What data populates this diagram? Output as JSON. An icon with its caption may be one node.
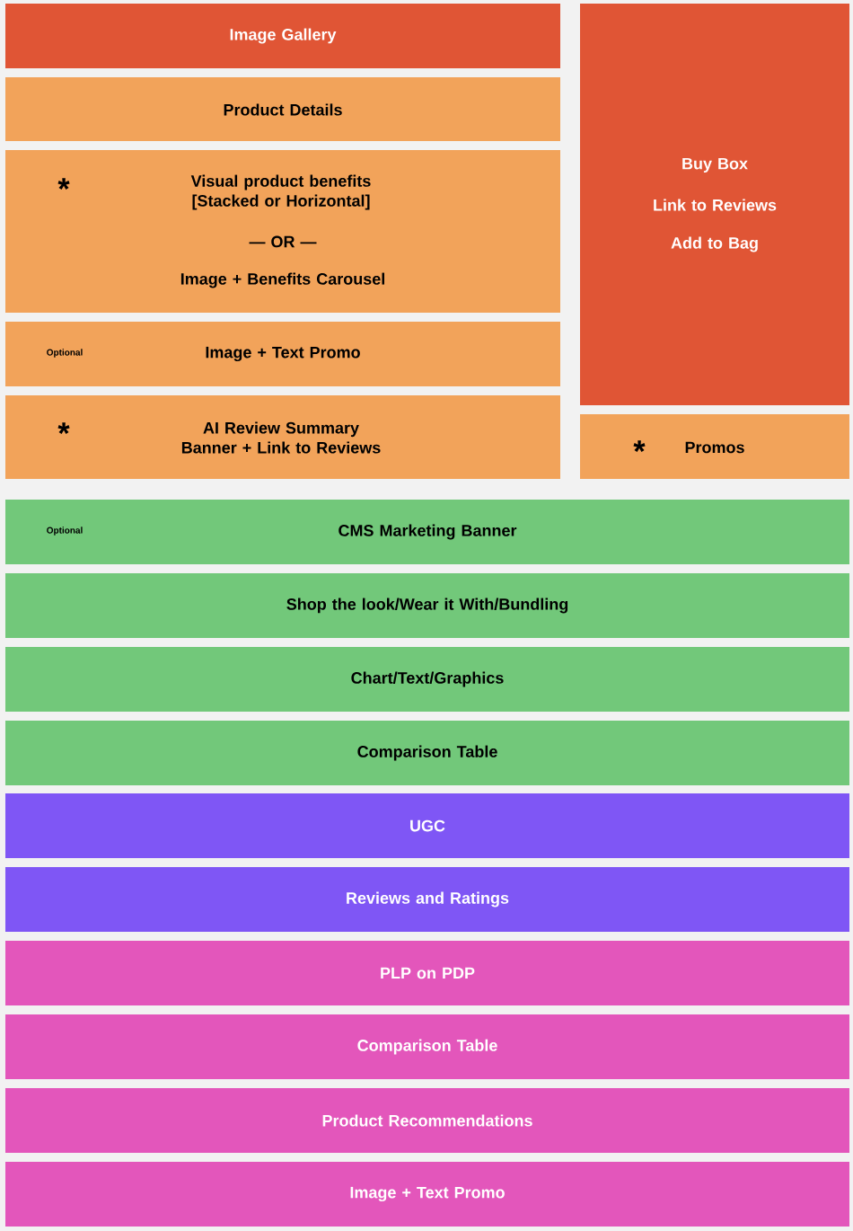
{
  "diagram": {
    "nodes": [
      {
        "text": [
          "Image Gallery"
        ]
      },
      {
        "text": [
          "Product Details"
        ]
      },
      {
        "text": [
          "*",
          "Visual product benefits [Stacked or Horizontal]",
          "— OR —",
          "Image + Benefits Carousel"
        ]
      },
      {
        "text": [
          "Optional",
          "Image + Text Promo"
        ]
      },
      {
        "text": [
          "*",
          "AI Review Summary Banner + Link to Reviews"
        ]
      },
      {
        "text": [
          "Buy Box",
          "Link to Reviews",
          "Add to Bag"
        ]
      },
      {
        "text": [
          "*",
          "Promos"
        ]
      },
      {
        "text": [
          "Optional",
          "CMS Marketing Banner"
        ]
      },
      {
        "text": [
          "Shop the look/Wear it With/Bundling"
        ]
      },
      {
        "text": [
          "Chart/Text/Graphics"
        ]
      },
      {
        "text": [
          "Comparison Table"
        ]
      },
      {
        "text": [
          "UGC"
        ]
      },
      {
        "text": [
          "Reviews and Ratings"
        ]
      },
      {
        "text": [
          "PLP on PDP"
        ]
      },
      {
        "text": [
          "Comparison Table"
        ]
      },
      {
        "text": [
          "Product Recommendations"
        ]
      },
      {
        "text": [
          "Image + Text Promo"
        ]
      }
    ]
  }
}
